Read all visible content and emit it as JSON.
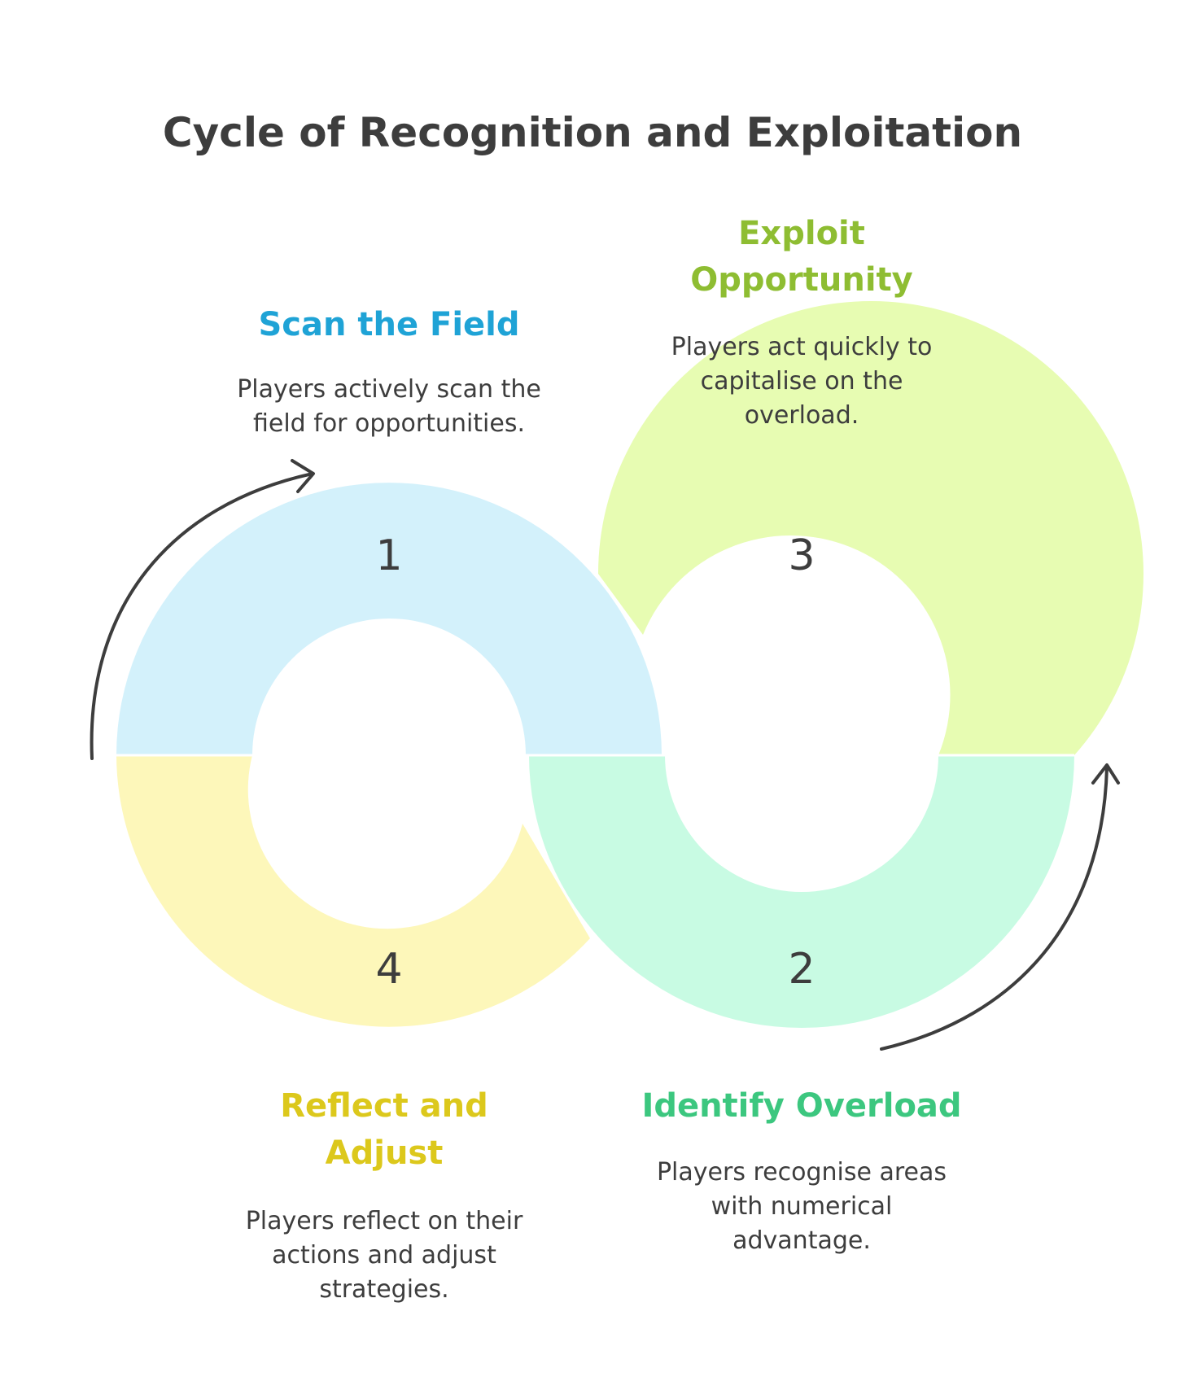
{
  "title": "Cycle of Recognition and Exploitation",
  "colors": {
    "text": "#3d3d3d",
    "arrow": "#3d3d3d"
  },
  "steps": [
    {
      "number": "1",
      "title_lines": [
        "Scan the Field"
      ],
      "description_lines": [
        "Players actively scan the",
        "field for opportunities."
      ],
      "fill_color": "#d3f1fb",
      "title_color": "#1fa3d6"
    },
    {
      "number": "2",
      "title_lines": [
        "Identify Overload"
      ],
      "description_lines": [
        "Players recognise areas",
        "with numerical",
        "advantage."
      ],
      "fill_color": "#c8fbe3",
      "title_color": "#3cc77f"
    },
    {
      "number": "3",
      "title_lines": [
        "Exploit",
        "Opportunity"
      ],
      "description_lines": [
        "Players act quickly to",
        "capitalise on the",
        "overload."
      ],
      "fill_color": "#e7fcb2",
      "title_color": "#8ebd32"
    },
    {
      "number": "4",
      "title_lines": [
        "Reflect and",
        "Adjust"
      ],
      "description_lines": [
        "Players reflect on their",
        "actions and adjust",
        "strategies."
      ],
      "fill_color": "#fdf7ba",
      "title_color": "#dcc81c"
    }
  ]
}
